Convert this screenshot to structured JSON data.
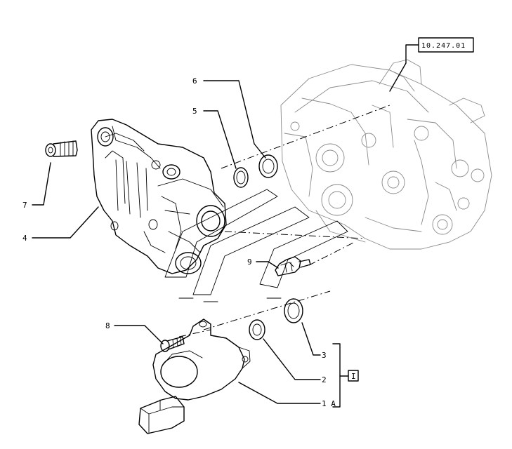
{
  "reference_label": "10.247.01",
  "callouts": {
    "p1a": "1 A",
    "p2": "2",
    "p3": "3",
    "p4": "4",
    "p5": "5",
    "p6": "6",
    "p7": "7",
    "p8": "8",
    "p9": "9"
  },
  "group_box_label": "I"
}
